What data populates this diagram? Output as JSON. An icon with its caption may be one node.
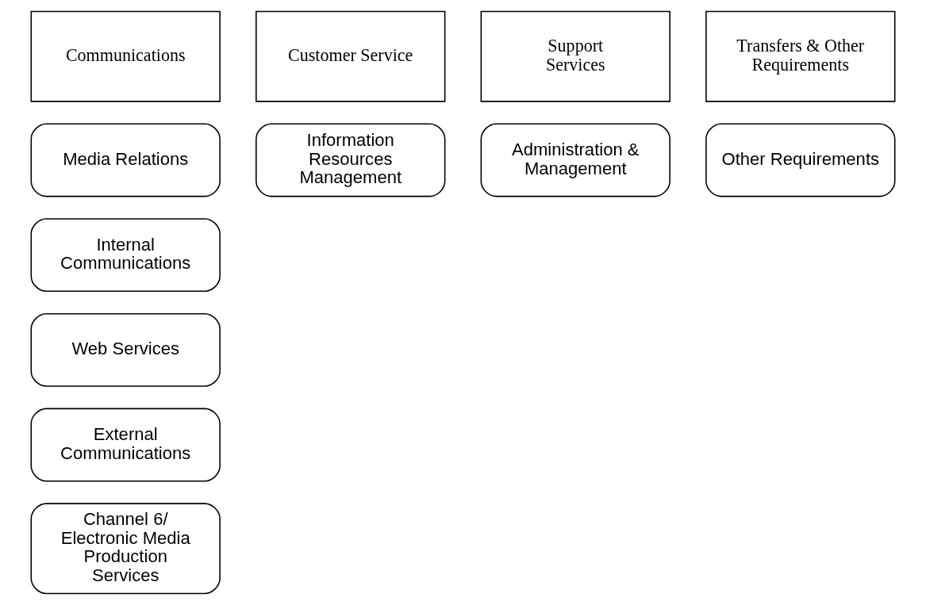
{
  "diagram": {
    "nodes": [
      {
        "text": [
          "Communications"
        ]
      },
      {
        "text": [
          "Customer Service"
        ]
      },
      {
        "text": [
          "Support Services"
        ]
      },
      {
        "text": [
          "Transfers & Other Requirements"
        ]
      },
      {
        "text": [
          "Media Relations"
        ]
      },
      {
        "text": [
          "Information Resources Management"
        ]
      },
      {
        "text": [
          "Administration & Management"
        ]
      },
      {
        "text": [
          "Other Requirements"
        ]
      },
      {
        "text": [
          "Internal Communications"
        ]
      },
      {
        "text": [
          "Web Services"
        ]
      },
      {
        "text": [
          "External Communications"
        ]
      },
      {
        "text": [
          "Channel 6/ Electronic Media Production Services"
        ]
      }
    ],
    "edges": []
  }
}
